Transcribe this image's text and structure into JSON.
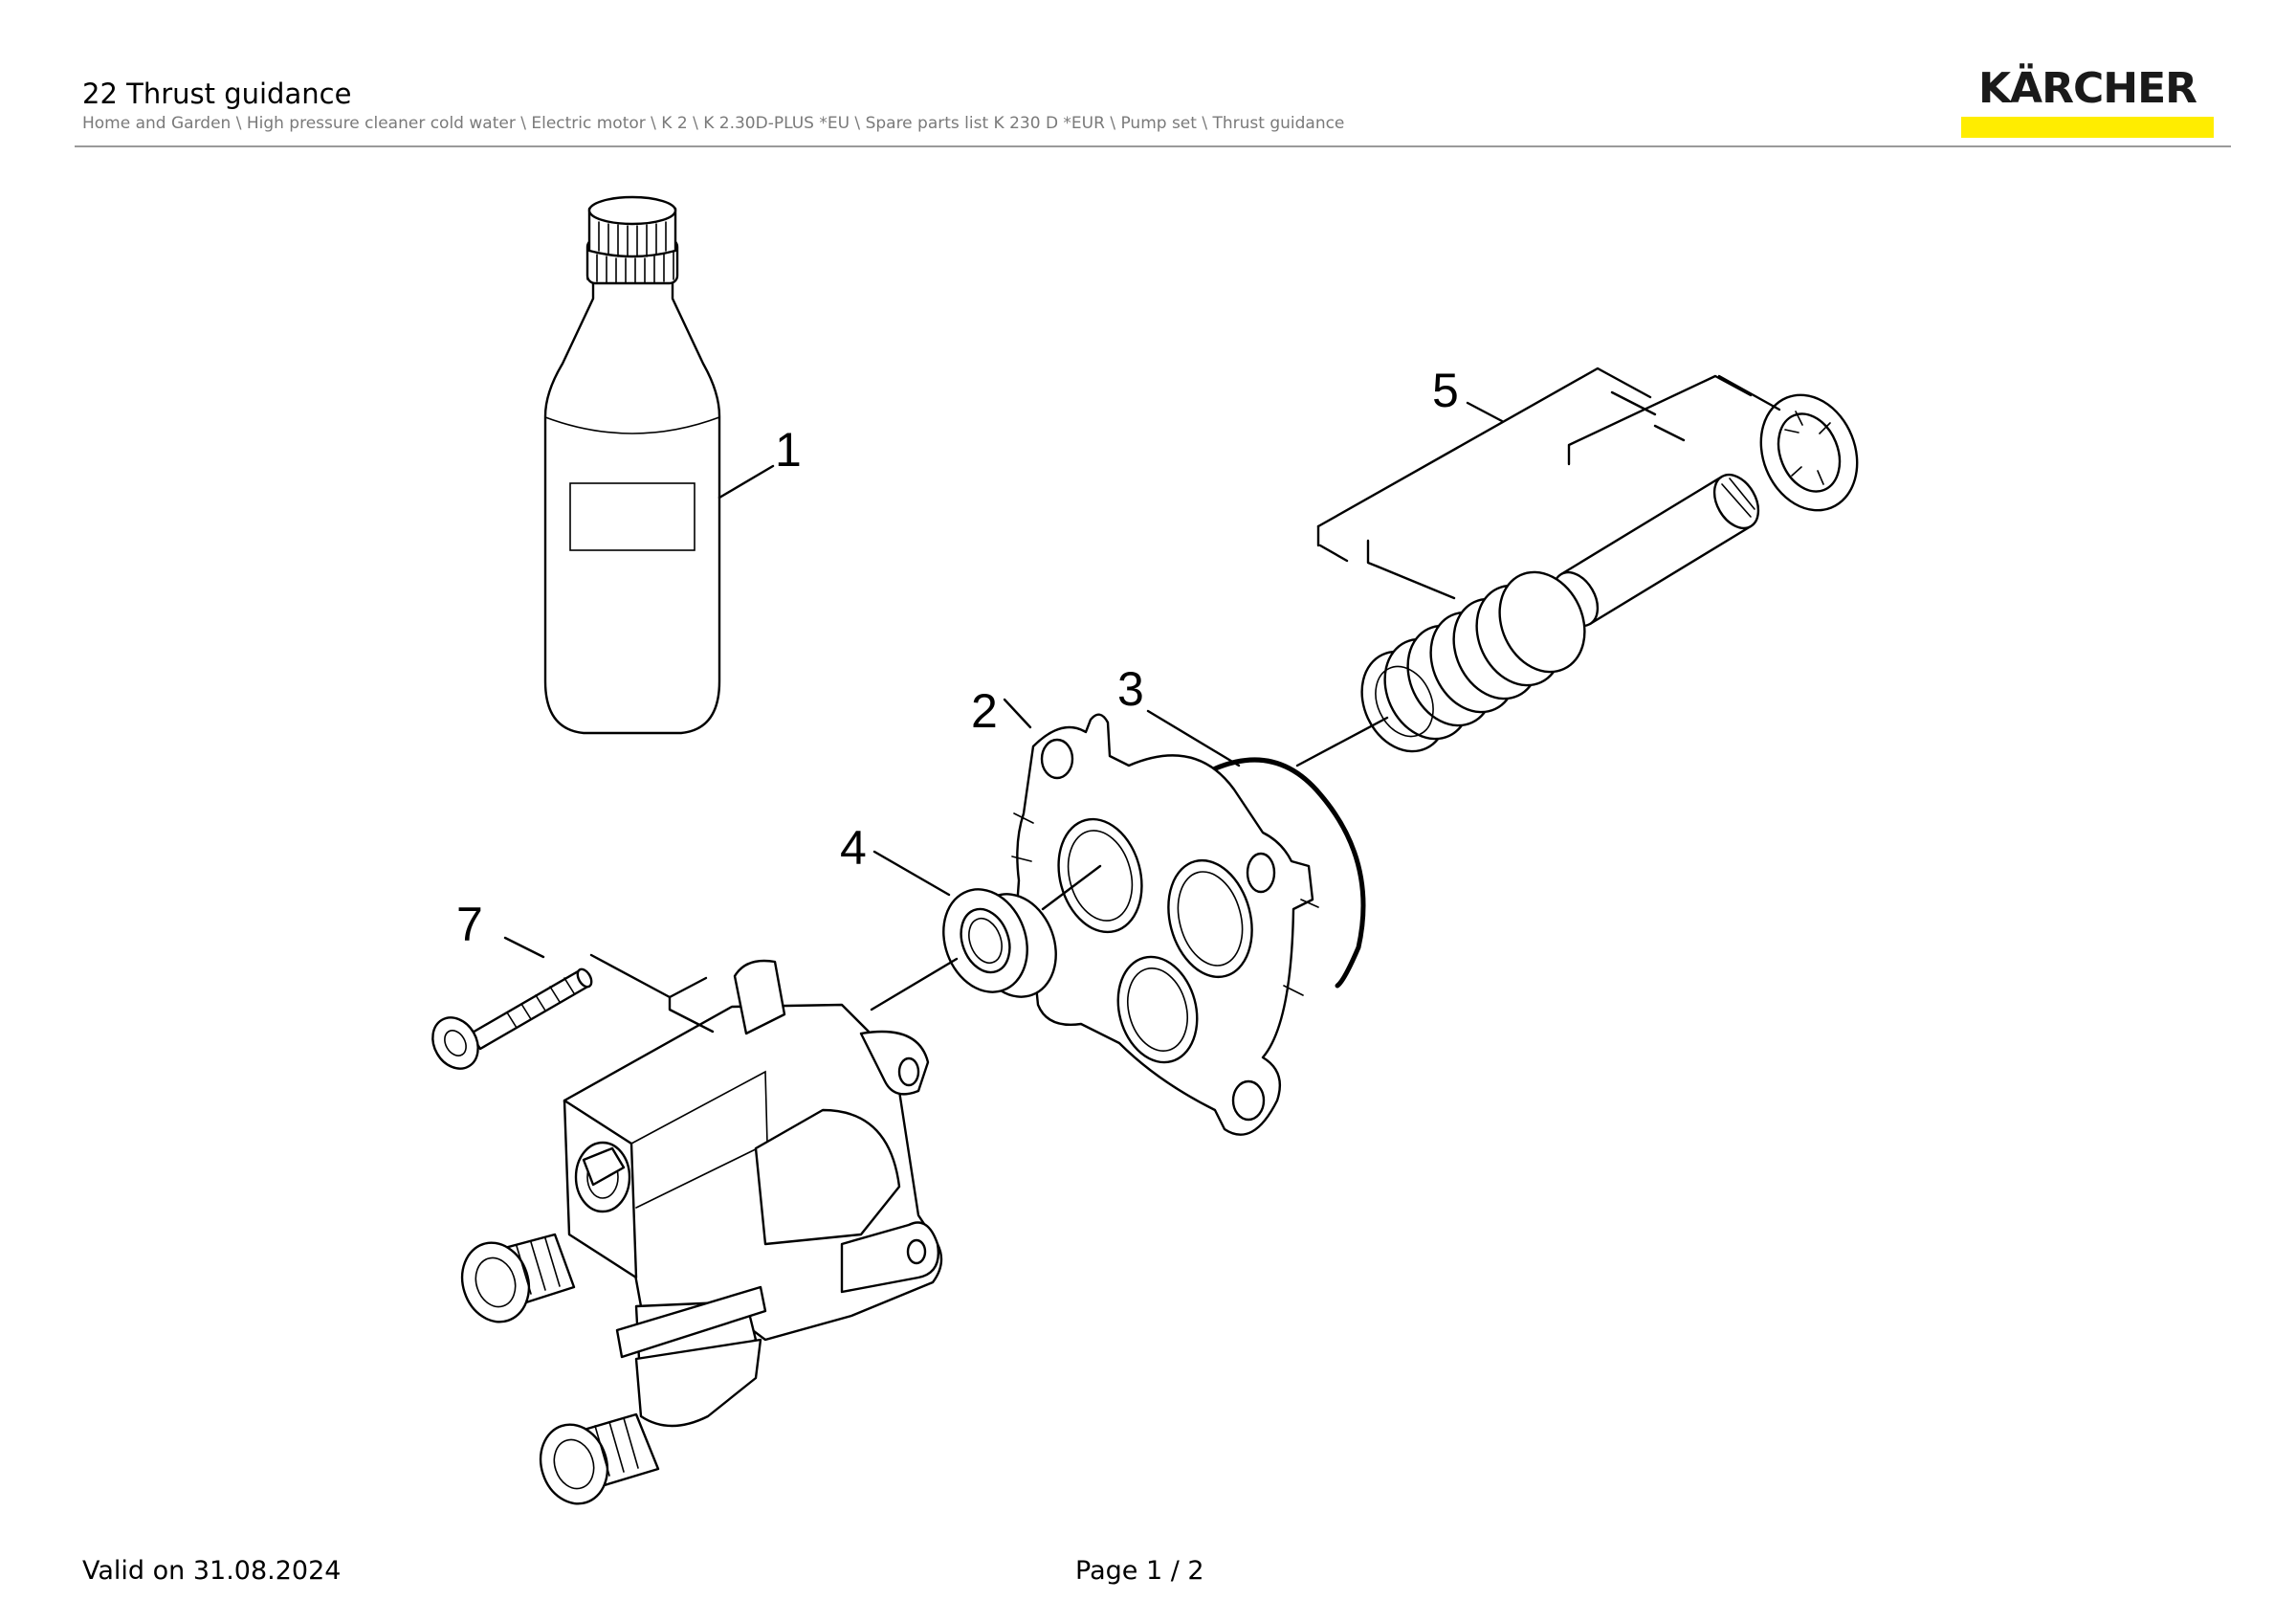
{
  "header": {
    "title": "22 Thrust guidance",
    "breadcrumb": "Home and Garden \\ High pressure cleaner cold water \\ Electric motor \\ K 2 \\ K 2.30D-PLUS *EU \\ Spare parts list K 230 D *EUR \\ Pump set \\ Thrust guidance"
  },
  "logo": {
    "text": "KÄRCHER",
    "text_color": "#1a1a1a",
    "bar_color": "#ffed00"
  },
  "diagram": {
    "callouts": {
      "c1": "1",
      "c2": "2",
      "c3": "3",
      "c4": "4",
      "c5": "5",
      "c7": "7"
    }
  },
  "footer": {
    "valid": "Valid on 31.08.2024",
    "page": "Page 1 / 2"
  }
}
